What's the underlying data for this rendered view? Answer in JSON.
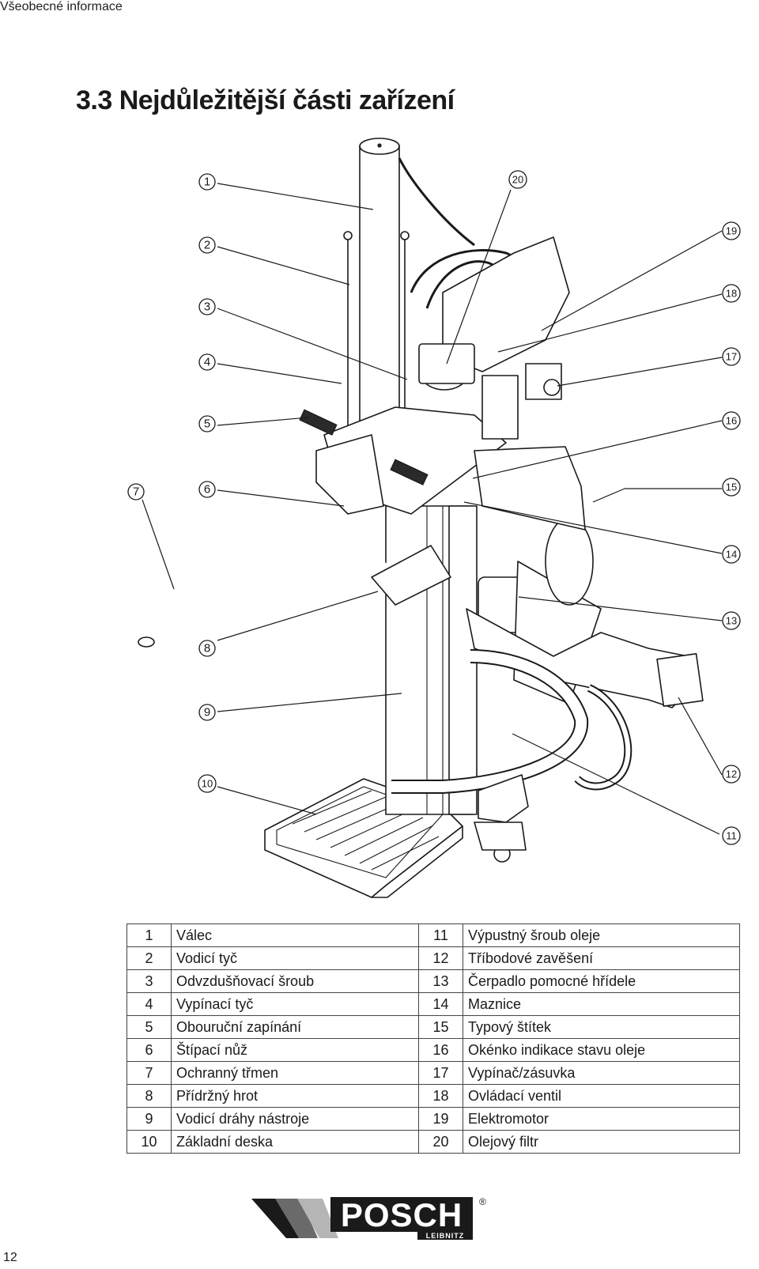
{
  "header": {
    "section": "Všeobecné informace"
  },
  "title": "3.3 Nejdůležitější části zařízení",
  "parts": [
    {
      "num": "1",
      "label": "Válec",
      "num2": "11",
      "label2": "Výpustný šroub oleje"
    },
    {
      "num": "2",
      "label": "Vodicí tyč",
      "num2": "12",
      "label2": "Tříbodové zavěšení"
    },
    {
      "num": "3",
      "label": "Odvzdušňovací šroub",
      "num2": "13",
      "label2": "Čerpadlo pomocné hřídele"
    },
    {
      "num": "4",
      "label": "Vypínací tyč",
      "num2": "14",
      "label2": "Maznice"
    },
    {
      "num": "5",
      "label": "Obouruční zapínání",
      "num2": "15",
      "label2": "Typový štítek"
    },
    {
      "num": "6",
      "label": "Štípací nůž",
      "num2": "16",
      "label2": "Okénko indikace stavu oleje"
    },
    {
      "num": "7",
      "label": "Ochranný třmen",
      "num2": "17",
      "label2": "Vypínač/zásuvka"
    },
    {
      "num": "8",
      "label": "Přídržný hrot",
      "num2": "18",
      "label2": "Ovládací ventil"
    },
    {
      "num": "9",
      "label": "Vodicí dráhy nástroje",
      "num2": "19",
      "label2": "Elektromotor"
    },
    {
      "num": "10",
      "label": "Základní deska",
      "num2": "20",
      "label2": "Olejový filtr"
    }
  ],
  "callouts": [
    "1",
    "2",
    "3",
    "4",
    "5",
    "6",
    "7",
    "8",
    "9",
    "10",
    "11",
    "12",
    "13",
    "14",
    "15",
    "16",
    "17",
    "18",
    "19",
    "20"
  ],
  "logo": {
    "brand": "POSCH",
    "sub": "LEIBNITZ",
    "mark": "®"
  },
  "page_number": "12"
}
